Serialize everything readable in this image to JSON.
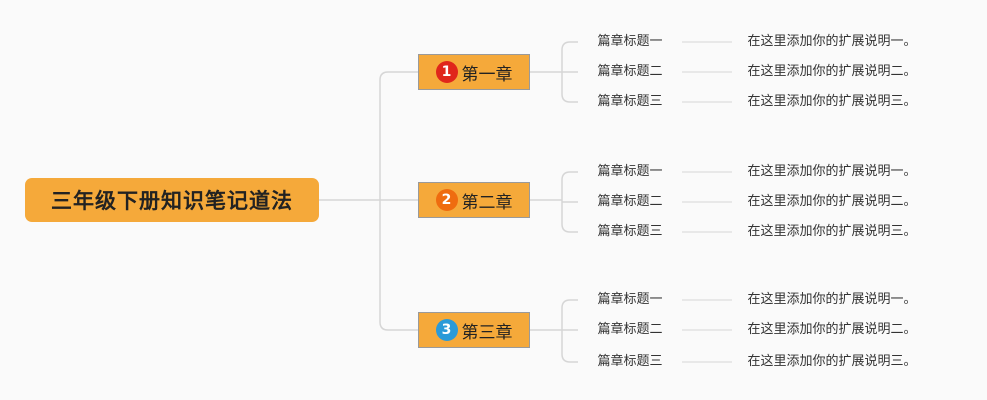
{
  "root": {
    "label": "三年级下册知识笔记道法"
  },
  "chapters": [
    {
      "number": "1",
      "label": "第一章",
      "badge_color": "#e0261b",
      "topics": [
        {
          "title": "篇章标题一",
          "note": "在这里添加你的扩展说明一。"
        },
        {
          "title": "篇章标题二",
          "note": "在这里添加你的扩展说明二。"
        },
        {
          "title": "篇章标题三",
          "note": "在这里添加你的扩展说明三。"
        }
      ]
    },
    {
      "number": "2",
      "label": "第二章",
      "badge_color": "#ef6c0f",
      "topics": [
        {
          "title": "篇章标题一",
          "note": "在这里添加你的扩展说明一。"
        },
        {
          "title": "篇章标题二",
          "note": "在这里添加你的扩展说明二。"
        },
        {
          "title": "篇章标题三",
          "note": "在这里添加你的扩展说明三。"
        }
      ]
    },
    {
      "number": "3",
      "label": "第三章",
      "badge_color": "#2b9ad8",
      "topics": [
        {
          "title": "篇章标题一",
          "note": "在这里添加你的扩展说明一。"
        },
        {
          "title": "篇章标题二",
          "note": "在这里添加你的扩展说明二。"
        },
        {
          "title": "篇章标题三",
          "note": "在这里添加你的扩展说明三。"
        }
      ]
    }
  ]
}
